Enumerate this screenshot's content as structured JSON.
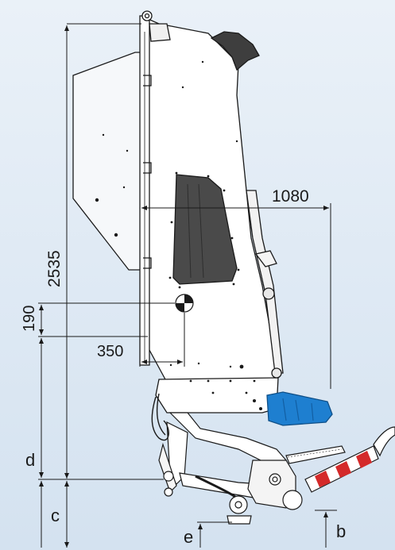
{
  "diagram": {
    "dimensions": {
      "overall_height": "2535",
      "horizontal_reach": "1080",
      "cog_height_offset": "190",
      "cog_horizontal_offset": "350",
      "label_d": "d",
      "label_c": "c",
      "label_e": "e",
      "label_b": "b"
    },
    "colors": {
      "background_top": "#eaf1f8",
      "background_bottom": "#d4e2f0",
      "line": "#1a1a1a",
      "body_fill": "#ffffff",
      "window_fill": "#4a4a4a",
      "blue_part": "#1e7fd0",
      "hazard_red": "#d42a2a"
    },
    "symbols": {
      "center_of_gravity": "center-of-gravity-marker"
    }
  }
}
